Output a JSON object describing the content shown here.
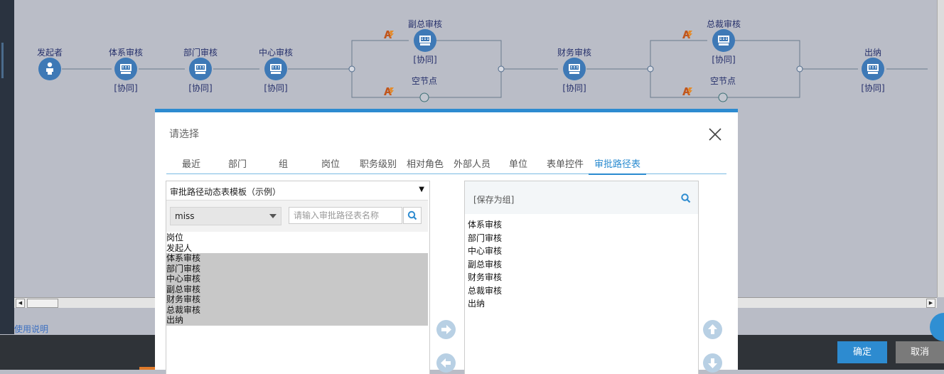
{
  "flow": {
    "nodes": [
      {
        "id": "initiator",
        "label": "发起者",
        "sub": ""
      },
      {
        "id": "system-review",
        "label": "体系审核",
        "sub": "[协同]"
      },
      {
        "id": "dept-review",
        "label": "部门审核",
        "sub": "[协同]"
      },
      {
        "id": "center-review",
        "label": "中心审核",
        "sub": "[协同]"
      },
      {
        "id": "vp-review",
        "label": "副总审核",
        "sub": "[协同]"
      },
      {
        "id": "empty-1",
        "label": "空节点",
        "sub": ""
      },
      {
        "id": "finance-review",
        "label": "财务审核",
        "sub": "[协同]"
      },
      {
        "id": "president-review",
        "label": "总裁审核",
        "sub": "[协同]"
      },
      {
        "id": "empty-2",
        "label": "空节点",
        "sub": ""
      },
      {
        "id": "cashier",
        "label": "出纳",
        "sub": "[协同]"
      }
    ]
  },
  "help_link": "使用说明",
  "footer": {
    "ok": "确定",
    "cancel": "取消"
  },
  "dialog": {
    "title": "请选择",
    "tabs": [
      {
        "label": "最近",
        "active": false
      },
      {
        "label": "部门",
        "active": false
      },
      {
        "label": "组",
        "active": false
      },
      {
        "label": "岗位",
        "active": false
      },
      {
        "label": "职务级别",
        "active": false
      },
      {
        "label": "相对角色",
        "active": false
      },
      {
        "label": "外部人员",
        "active": false
      },
      {
        "label": "单位",
        "active": false
      },
      {
        "label": "表单控件",
        "active": false
      },
      {
        "label": "审批路径表",
        "active": true
      }
    ],
    "template_select": "审批路径动态表模板（示例）",
    "role_select": "miss",
    "search_placeholder": "请输入审批路径表名称",
    "list": [
      {
        "label": "岗位",
        "selected": false
      },
      {
        "label": "发起人",
        "selected": false
      },
      {
        "label": "体系审核",
        "selected": true
      },
      {
        "label": "部门审核",
        "selected": true
      },
      {
        "label": "中心审核",
        "selected": true
      },
      {
        "label": "副总审核",
        "selected": true
      },
      {
        "label": "财务审核",
        "selected": true
      },
      {
        "label": "总裁审核",
        "selected": true
      },
      {
        "label": "出纳",
        "selected": true
      }
    ],
    "right_header": "[保存为组]",
    "selected": [
      "体系审核",
      "部门审核",
      "中心审核",
      "副总审核",
      "财务审核",
      "总裁审核",
      "出纳"
    ]
  },
  "colors": {
    "accent": "#2d8bd0",
    "node": "#3e79b6",
    "flow_text": "#26306b"
  }
}
